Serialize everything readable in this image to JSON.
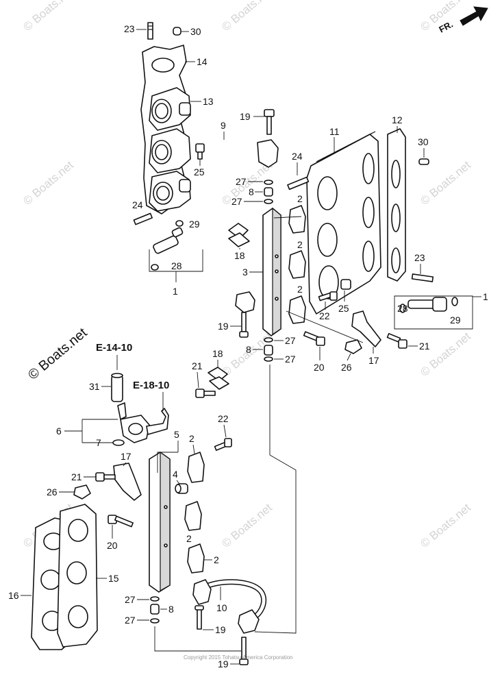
{
  "direction_label": "FR.",
  "watermark_text": "© Boats.net",
  "watermark_large": "© Boats.net",
  "copyright": "Copyright 2015 Tohatsu America Corporation",
  "refs": {
    "e14": "E-14-10",
    "e18": "E-18-10"
  },
  "callouts": {
    "c23a": "23",
    "c30a": "30",
    "c14": "14",
    "c13": "13",
    "c25a": "25",
    "c24a": "24",
    "c29a": "29",
    "c28a": "28",
    "c1a": "1",
    "c19a": "19",
    "c9": "9",
    "c27a": "27",
    "c8a": "8",
    "c27b": "27",
    "c18a": "18",
    "c3": "3",
    "c19b": "19",
    "c11": "11",
    "c12": "12",
    "c30b": "30",
    "c24b": "24",
    "c2a": "2",
    "c2b": "2",
    "c2c": "2",
    "c23b": "23",
    "c25b": "25",
    "c22a": "22",
    "c1b": "1",
    "c28b": "28",
    "c29b": "29",
    "c27c": "27",
    "c8b": "8",
    "c27d": "27",
    "c21a": "21",
    "c20a": "20",
    "c26a": "26",
    "c17a": "17",
    "c21b": "21",
    "c18b": "18",
    "c31": "31",
    "c6": "6",
    "c7": "7",
    "c22b": "22",
    "c5": "5",
    "c2d": "2",
    "c17b": "17",
    "c21c": "21",
    "c4": "4",
    "c26b": "26",
    "c2e": "2",
    "c20b": "20",
    "c2f": "2",
    "c15": "15",
    "c16": "16",
    "c27e": "27",
    "c8c": "8",
    "c27f": "27",
    "c10": "10",
    "c19c": "19",
    "c19d": "19"
  },
  "colors": {
    "line": "#111111",
    "watermark": "#d4d4d4",
    "background": "#ffffff"
  },
  "icons": {
    "direction": "arrow-right-up-icon"
  }
}
